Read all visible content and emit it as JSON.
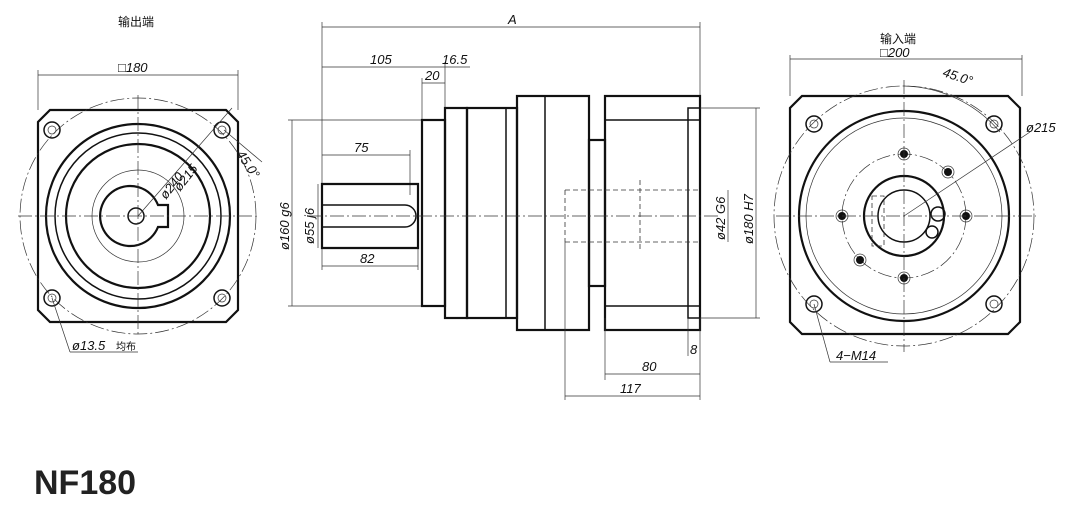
{
  "labels": {
    "output_end": "输出端",
    "input_end": "输入端",
    "model": "NF180"
  },
  "dimensions": {
    "left_square": "□180",
    "left_pcd_240": "ø240",
    "left_pcd_215": "ø215",
    "left_angle": "45.0°",
    "left_holes": "ø13.5",
    "left_holes_note": "均布",
    "total_length": "A",
    "d105": "105",
    "d16_5": "16.5",
    "d20": "20",
    "d75": "75",
    "d82": "82",
    "d160": "ø160 g6",
    "d55": "ø55 j6",
    "d42": "ø42 G6",
    "d180": "ø180 H7",
    "d8": "8",
    "d80": "80",
    "d117": "117",
    "right_square": "□200",
    "right_angle": "45.0°",
    "right_pcd": "ø215",
    "right_thread": "4−M14"
  }
}
